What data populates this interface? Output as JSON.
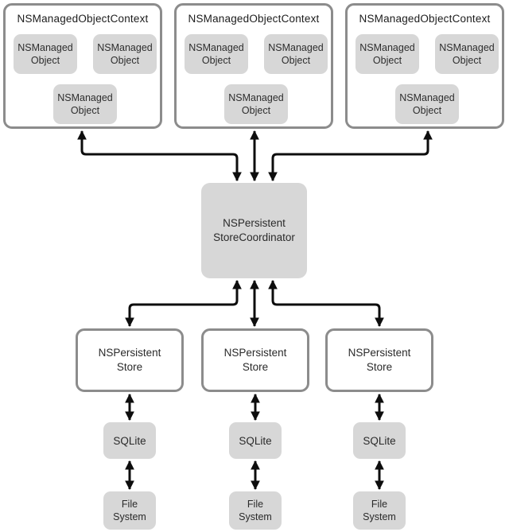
{
  "colors": {
    "background": "#ffffff",
    "node_fill_gray": "#d7d7d7",
    "node_border_gray": "#8c8c8c",
    "arrow_black": "#0d0d0d",
    "text_dark": "#2a2a2a"
  },
  "contexts": [
    {
      "title": "NSManagedObjectContext",
      "objects": [
        {
          "label": "NSManaged Object"
        },
        {
          "label": "NSManaged Object"
        },
        {
          "label": "NSManaged Object"
        }
      ]
    },
    {
      "title": "NSManagedObjectContext",
      "objects": [
        {
          "label": "NSManaged Object"
        },
        {
          "label": "NSManaged Object"
        },
        {
          "label": "NSManaged Object"
        }
      ]
    },
    {
      "title": "NSManagedObjectContext",
      "objects": [
        {
          "label": "NSManaged Object"
        },
        {
          "label": "NSManaged Object"
        },
        {
          "label": "NSManaged Object"
        }
      ]
    }
  ],
  "coordinator": {
    "label": "NSPersistent StoreCoordinator"
  },
  "stores": [
    {
      "label": "NSPersistent Store"
    },
    {
      "label": "NSPersistent Store"
    },
    {
      "label": "NSPersistent Store"
    }
  ],
  "sqlite_nodes": [
    {
      "label": "SQLite"
    },
    {
      "label": "SQLite"
    },
    {
      "label": "SQLite"
    }
  ],
  "file_system_nodes": [
    {
      "label": "File System"
    },
    {
      "label": "File System"
    },
    {
      "label": "File System"
    }
  ]
}
